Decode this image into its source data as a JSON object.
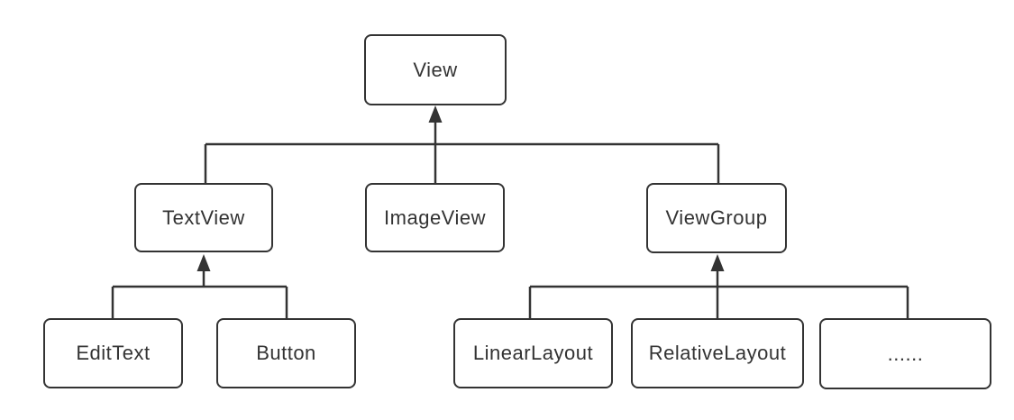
{
  "diagram": {
    "type": "class-hierarchy-tree",
    "colors": {
      "line": "#333333",
      "box_border": "#333333",
      "text": "#333333",
      "background": "#ffffff"
    },
    "nodes": {
      "view": {
        "label": "View",
        "level": 1
      },
      "textview": {
        "label": "TextView",
        "level": 2
      },
      "imageview": {
        "label": "ImageView",
        "level": 2
      },
      "viewgroup": {
        "label": "ViewGroup",
        "level": 2
      },
      "edittext": {
        "label": "EditText",
        "level": 3
      },
      "button": {
        "label": "Button",
        "level": 3
      },
      "linearlayout": {
        "label": "LinearLayout",
        "level": 3
      },
      "relativelayout": {
        "label": "RelativeLayout",
        "level": 3
      },
      "more": {
        "label": "......",
        "level": 3
      }
    },
    "edges": [
      {
        "from": "TextView",
        "to": "View",
        "arrow": "to-parent"
      },
      {
        "from": "ImageView",
        "to": "View",
        "arrow": "to-parent"
      },
      {
        "from": "ViewGroup",
        "to": "View",
        "arrow": "to-parent"
      },
      {
        "from": "EditText",
        "to": "TextView",
        "arrow": "to-parent"
      },
      {
        "from": "Button",
        "to": "TextView",
        "arrow": "to-parent"
      },
      {
        "from": "LinearLayout",
        "to": "ViewGroup",
        "arrow": "to-parent"
      },
      {
        "from": "RelativeLayout",
        "to": "ViewGroup",
        "arrow": "to-parent"
      },
      {
        "from": "......",
        "to": "ViewGroup",
        "arrow": "to-parent"
      }
    ]
  }
}
